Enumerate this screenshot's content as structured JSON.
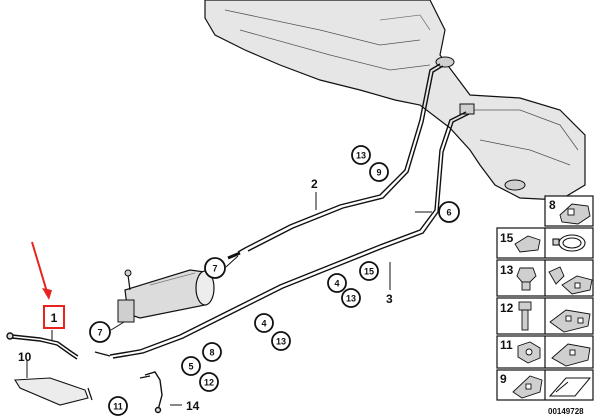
{
  "callouts": {
    "c13a": "13",
    "c9a": "9",
    "c6": "6",
    "c7a": "7",
    "c4a": "4",
    "c15a": "15",
    "c13b": "13",
    "c7b": "7",
    "c4b": "4",
    "c13c": "13",
    "c5": "5",
    "c8": "8",
    "c12": "12",
    "c11": "11"
  },
  "labels": {
    "l2": "2",
    "l3": "3",
    "l10": "10",
    "l14": "14"
  },
  "highlight": {
    "label": "1",
    "box_color": "#e8231f",
    "arrow_color": "#e8231f"
  },
  "parts_panel": {
    "items": [
      {
        "num": "8"
      },
      {
        "num": "15"
      },
      {
        "num": "13"
      },
      {
        "num": "12"
      },
      {
        "num": "11"
      },
      {
        "num": "9"
      }
    ]
  },
  "image_id": "00149728",
  "colors": {
    "line": "#111111",
    "tank_fill": "#e8e8e8",
    "panel_bg": "#ffffff"
  }
}
